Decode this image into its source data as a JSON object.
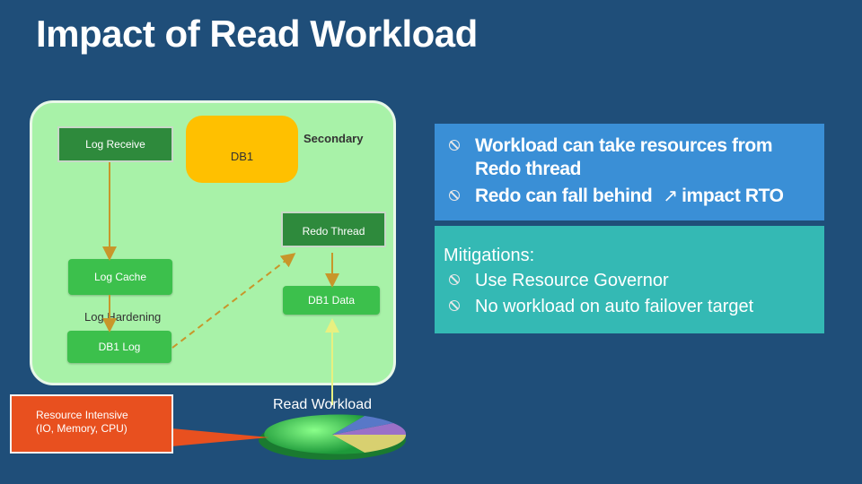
{
  "title": "Impact of Read Workload",
  "diagram": {
    "log_receive": "Log Receive",
    "db1": "DB1",
    "secondary": "Secondary",
    "redo_thread": "Redo Thread",
    "log_cache": "Log Cache",
    "db1_data": "DB1 Data",
    "log_hardening": "Log  Hardening",
    "db1_log": "DB1 Log",
    "read_workload": "Read Workload",
    "resource_intensive_line1": "Resource Intensive",
    "resource_intensive_line2": "(IO, Memory, CPU)"
  },
  "impact_box": {
    "bullet1_line1": "Workload can take resources from",
    "bullet1_line2": "Redo thread",
    "bullet2_part1": "Redo can fall behind",
    "bullet2_part2": "impact RTO"
  },
  "mitigations_box": {
    "heading": "Mitigations:",
    "items": [
      "Use Resource Governor",
      "No workload on auto failover target"
    ]
  },
  "colors": {
    "background": "#1f4e79",
    "panel_green": "#a8f2a8",
    "box_dark_green": "#2e8a3c",
    "box_bright_green": "#3cc04c",
    "db_yellow": "#ffc000",
    "impact_blue": "#3a8fd6",
    "mitigation_teal": "#34b9b4",
    "callout_orange": "#e8501f",
    "arrow": "#c8962a"
  }
}
